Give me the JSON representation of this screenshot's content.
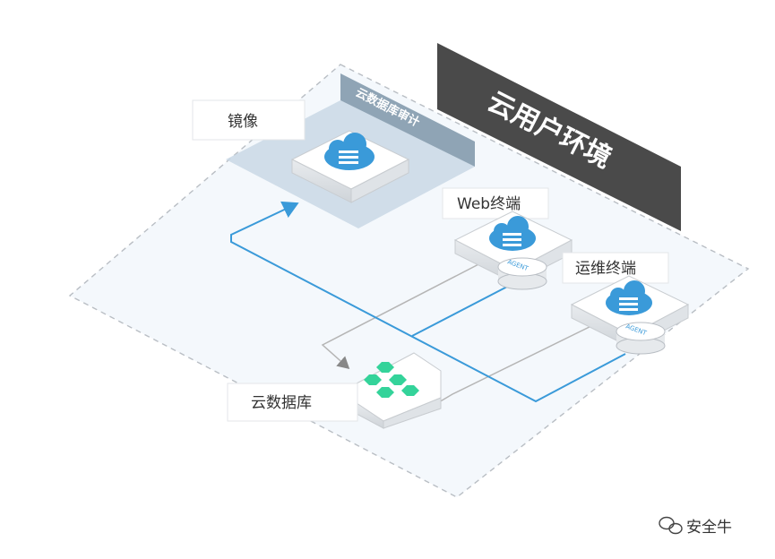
{
  "diagram": {
    "env_title": "云用户环境",
    "audit_label": "云数据库审计",
    "nodes": {
      "mirror": {
        "label": "镜像"
      },
      "web": {
        "label": "Web终端",
        "badge": "AGENT"
      },
      "ops": {
        "label": "运维终端",
        "badge": "AGENT"
      },
      "db": {
        "label": "云数据库"
      }
    }
  },
  "watermark": {
    "text": "安全牛"
  },
  "colors": {
    "accent_blue": "#3a9ad9",
    "link_gray": "#b5b5b5",
    "db_green": "#34d39a",
    "banner_dark": "#4a4a4a",
    "audit_strip": "#8fa4b5",
    "zone_fill": "#f4f8fc"
  }
}
